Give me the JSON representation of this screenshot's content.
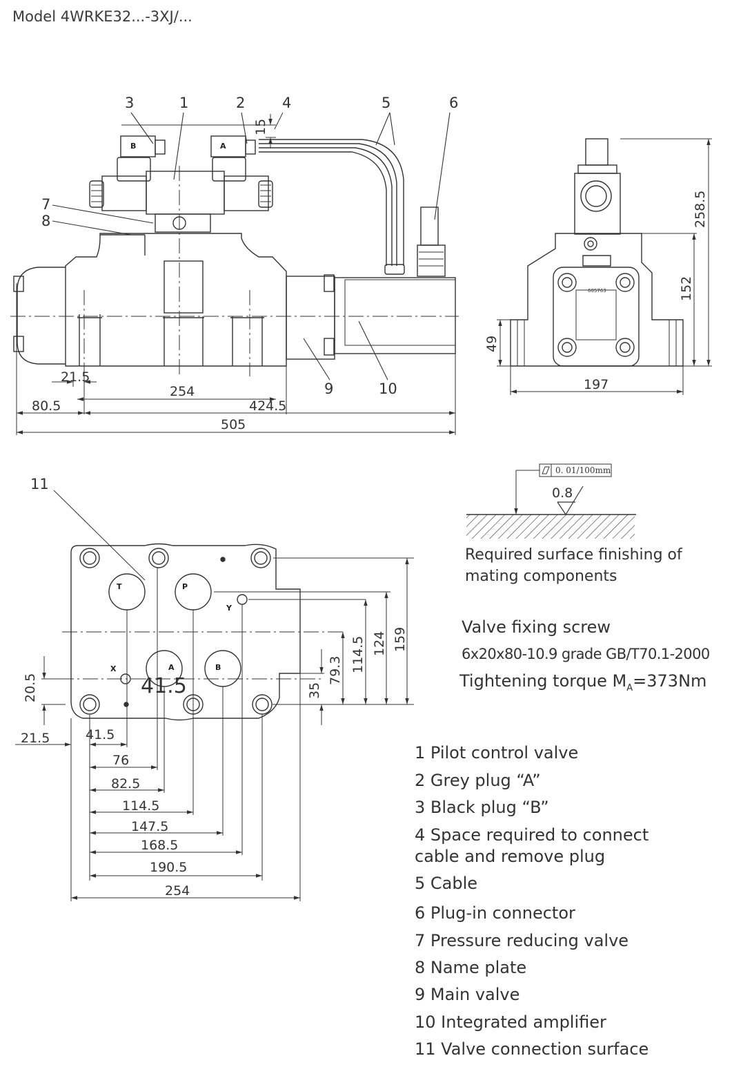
{
  "title": "Model 4WRKE32...-3XJ/...",
  "callouts": {
    "c1": "1",
    "c2": "2",
    "c3": "3",
    "c4": "4",
    "c5": "5",
    "c6": "6",
    "c7": "7",
    "c8": "8",
    "c9": "9",
    "c10": "10",
    "c11": "11"
  },
  "plug_labels": {
    "b": "B",
    "a": "A"
  },
  "nameplate": "605763",
  "front_dims": {
    "d15": "15",
    "d21_5": "21.5",
    "d254": "254",
    "d80_5": "80.5",
    "d424_5": "424.5",
    "d505": "505"
  },
  "side_dims": {
    "d258_5": "258.5",
    "d152": "152",
    "d49": "49",
    "d197": "197"
  },
  "surface": {
    "tolerance": "0. 01/100mm",
    "roughness": "0.8",
    "caption_line1": "Required surface finishing of",
    "caption_line2": "mating components"
  },
  "screw": {
    "heading": "Valve fixing screw",
    "spec": "6x20x80-10.9 grade GB/T70.1-2000",
    "torque_prefix": "Tightening torque M",
    "torque_sub": "A",
    "torque_value": "=373Nm"
  },
  "ports": {
    "t": "T",
    "p": "P",
    "y": "Y",
    "x": "X",
    "a": "A",
    "b": "B"
  },
  "bottom_dims": {
    "d20_5": "20.5",
    "d41_5_big": "41.5",
    "d35": "35",
    "d79_3": "79.3",
    "d114_5v": "114.5",
    "d124": "124",
    "d159": "159",
    "d21_5": "21.5",
    "d41_5": "41.5",
    "d76": "76",
    "d82_5": "82.5",
    "d114_5": "114.5",
    "d147_5": "147.5",
    "d168_5": "168.5",
    "d190_5": "190.5",
    "d254": "254"
  },
  "legend": [
    "1 Pilot control valve",
    "2 Grey plug “A”",
    "3 Black plug “B”",
    "4 Space required to connect cable and remove plug",
    "5 Cable",
    "6 Plug-in connector",
    "7 Pressure reducing valve",
    "8 Name plate",
    "9 Main valve",
    "10 Integrated amplifier",
    "11 Valve connection surface"
  ]
}
